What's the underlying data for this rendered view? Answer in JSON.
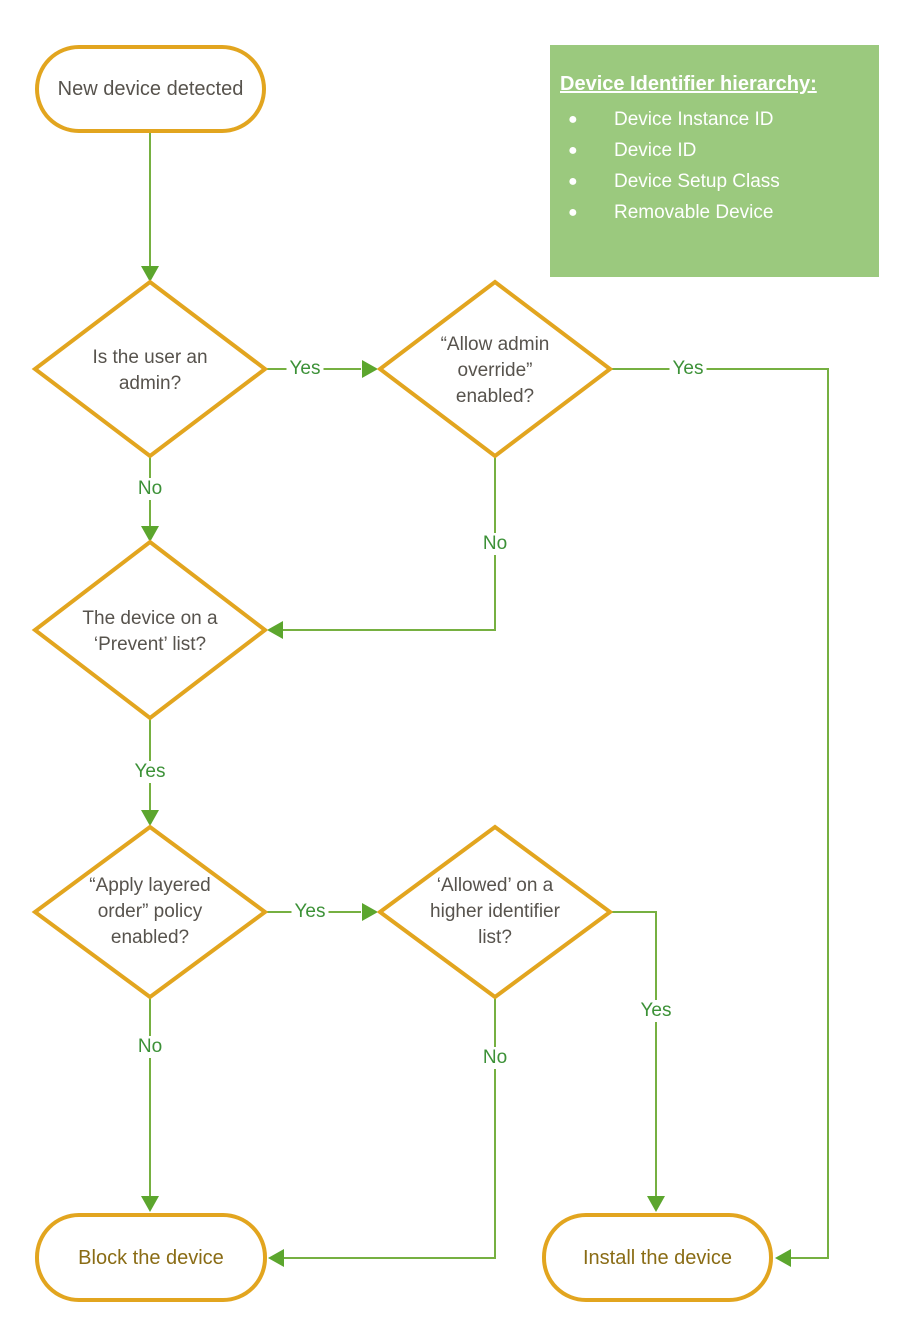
{
  "colors": {
    "gold": "#E2A51F",
    "line_green": "#76B041",
    "arrow_green": "#5CA62E",
    "label_green": "#3C9137",
    "legend_bg": "#9BC97E",
    "legend_text": "#FFFFFF",
    "node_text": "#57534D",
    "terminal_text": "#8A6C15"
  },
  "legend": {
    "title": "Device Identifier hierarchy:",
    "bullet": "●",
    "items": [
      "Device Instance ID",
      "Device ID",
      "Device Setup Class",
      "Removable Device"
    ]
  },
  "nodes": {
    "start": {
      "label": "New device detected"
    },
    "admin": {
      "lines": [
        "Is the user an",
        "admin?"
      ]
    },
    "override": {
      "lines": [
        "“Allow admin",
        "override”",
        "enabled?"
      ]
    },
    "prevent": {
      "lines": [
        "The device on a",
        "‘Prevent’ list?"
      ]
    },
    "layered": {
      "lines": [
        "“Apply layered",
        "order” policy",
        "enabled?"
      ]
    },
    "allowed": {
      "lines": [
        "‘Allowed’ on a",
        "higher identifier",
        "list?"
      ]
    },
    "block": {
      "label": "Block the device"
    },
    "install": {
      "label": "Install the device"
    }
  },
  "edge_labels": {
    "admin_yes": "Yes",
    "admin_no": "No",
    "override_yes": "Yes",
    "override_no": "No",
    "prevent_yes": "Yes",
    "layered_yes": "Yes",
    "layered_no": "No",
    "allowed_yes": "Yes",
    "allowed_no": "No"
  }
}
